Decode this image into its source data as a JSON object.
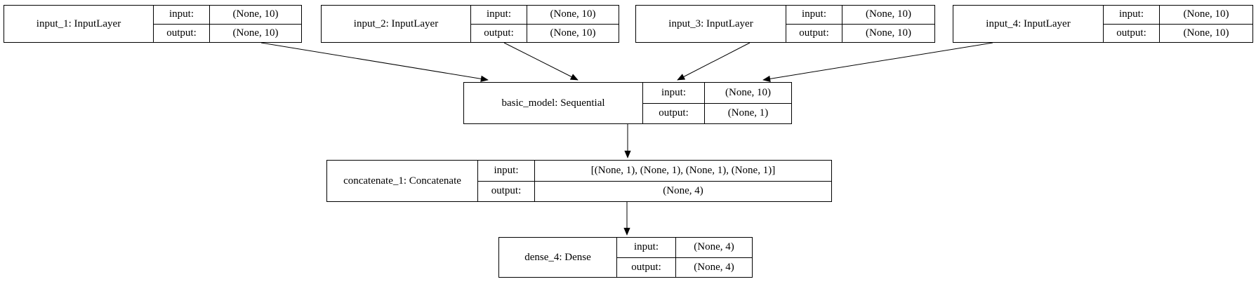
{
  "labels": {
    "input_key": "input:",
    "output_key": "output:"
  },
  "diagram": {
    "kind": "keras-model-architecture",
    "colors": {
      "background": "#ffffff",
      "border": "#000000",
      "text": "#000000",
      "edge": "#000000"
    },
    "nodes": [
      {
        "id": "input_1",
        "label": "input_1: InputLayer",
        "input_shape": "(None, 10)",
        "output_shape": "(None, 10)"
      },
      {
        "id": "input_2",
        "label": "input_2: InputLayer",
        "input_shape": "(None, 10)",
        "output_shape": "(None, 10)"
      },
      {
        "id": "input_3",
        "label": "input_3: InputLayer",
        "input_shape": "(None, 10)",
        "output_shape": "(None, 10)"
      },
      {
        "id": "input_4",
        "label": "input_4: InputLayer",
        "input_shape": "(None, 10)",
        "output_shape": "(None, 10)"
      },
      {
        "id": "basic_model",
        "label": "basic_model: Sequential",
        "input_shape": "(None, 10)",
        "output_shape": "(None, 1)"
      },
      {
        "id": "concatenate_1",
        "label": "concatenate_1: Concatenate",
        "input_shape": "[(None, 1), (None, 1), (None, 1), (None, 1)]",
        "output_shape": "(None, 4)"
      },
      {
        "id": "dense_4",
        "label": "dense_4: Dense",
        "input_shape": "(None, 4)",
        "output_shape": "(None, 4)"
      }
    ],
    "edges": [
      {
        "from": "input_1",
        "to": "basic_model"
      },
      {
        "from": "input_2",
        "to": "basic_model"
      },
      {
        "from": "input_3",
        "to": "basic_model"
      },
      {
        "from": "input_4",
        "to": "basic_model"
      },
      {
        "from": "basic_model",
        "to": "concatenate_1"
      },
      {
        "from": "concatenate_1",
        "to": "dense_4"
      }
    ]
  }
}
